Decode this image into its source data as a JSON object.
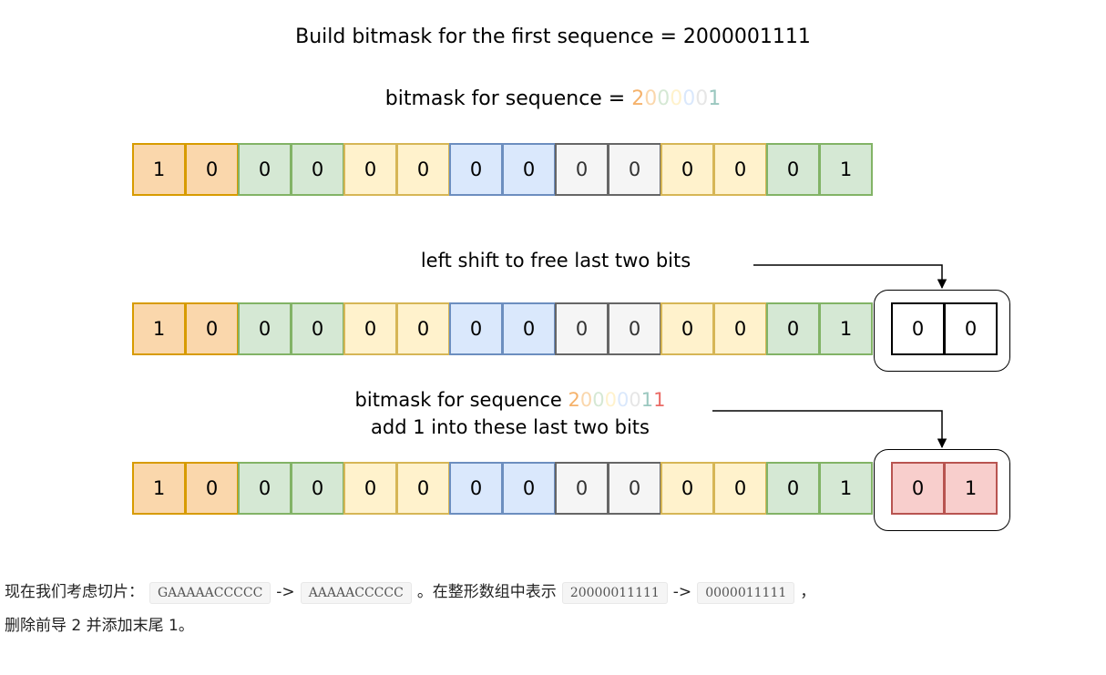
{
  "title": "Build bitmask for the first sequence = 2000001111",
  "sub1": {
    "prefix": "bitmask for sequence = ",
    "digits": [
      "2",
      "0",
      "0",
      "0",
      "0",
      "0",
      "1"
    ]
  },
  "digit_colors_1": [
    "#f5b26b",
    "#fad7ac",
    "#d5e8d4",
    "#fff2cc",
    "#dae8fc",
    "#e6e6e6",
    "#9ac7bf"
  ],
  "rows": [
    [
      "1",
      "0",
      "0",
      "0",
      "0",
      "0",
      "0",
      "0",
      "0",
      "0",
      "0",
      "0",
      "0",
      "1"
    ],
    [
      "1",
      "0",
      "0",
      "0",
      "0",
      "0",
      "0",
      "0",
      "0",
      "0",
      "0",
      "0",
      "0",
      "1"
    ],
    [
      "1",
      "0",
      "0",
      "0",
      "0",
      "0",
      "0",
      "0",
      "0",
      "0",
      "0",
      "0",
      "0",
      "1"
    ]
  ],
  "extra_row2": [
    "0",
    "0"
  ],
  "extra_row3": [
    "0",
    "1"
  ],
  "cell_classes": [
    "orange",
    "orange",
    "green",
    "green",
    "yellow",
    "yellow",
    "blue",
    "blue",
    "gray",
    "gray",
    "yellow",
    "yellow",
    "green",
    "green"
  ],
  "colors": {
    "orange": "#fad7ac",
    "green": "#d5e8d4",
    "yellow": "#fff2cc",
    "blue": "#dae8fc",
    "gray": "#f5f5f5",
    "red": "#f8cecc"
  },
  "label2": "left shift to free last two bits",
  "label3": {
    "line1_prefix": "bitmask for sequence ",
    "digits": [
      "2",
      "0",
      "0",
      "0",
      "0",
      "0",
      "1",
      "1"
    ],
    "line2": "add 1 into these last two bits"
  },
  "digit_colors_3": [
    "#f5b26b",
    "#fad7ac",
    "#d5e8d4",
    "#fff2cc",
    "#dae8fc",
    "#e6e6e6",
    "#9ac7bf",
    "#ea6b66"
  ],
  "paragraph": {
    "t1": "现在我们考虑切片：",
    "c1": "GAAAAACCCCC",
    "t2": "->",
    "c2": "AAAAACCCCC",
    "t3": "。在整形数组中表示",
    "c3": "20000011111",
    "t4": "->",
    "c4": "0000011111",
    "t5": "，",
    "line2": "删除前导 2 并添加末尾 1。"
  }
}
